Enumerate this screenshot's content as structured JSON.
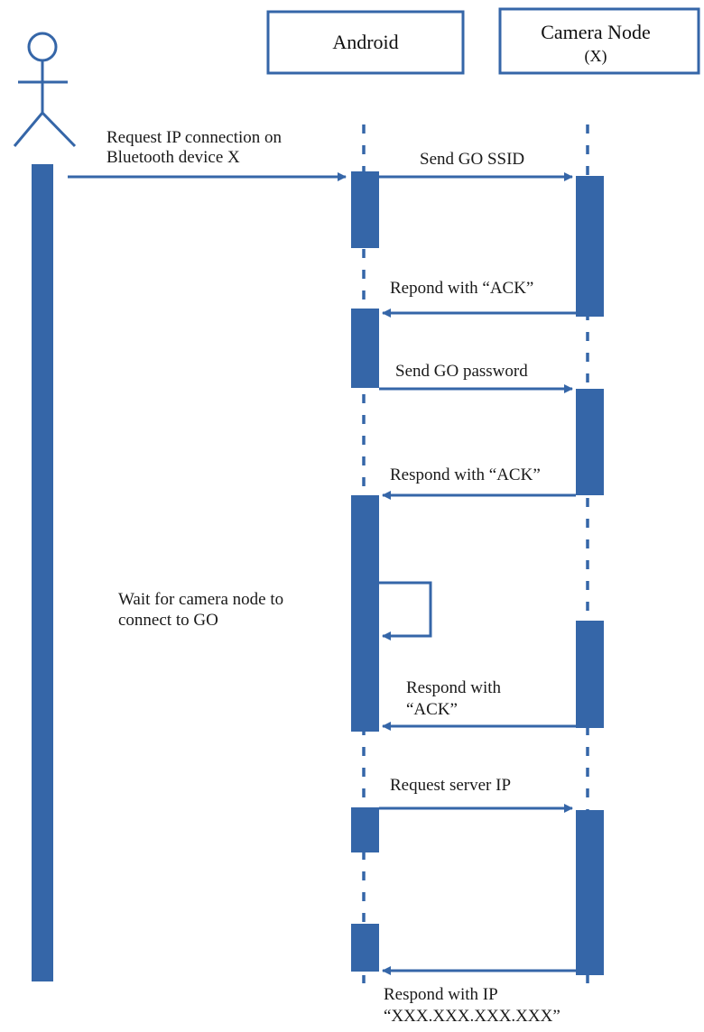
{
  "colors": {
    "primary": "#3566a8",
    "background": "#ffffff",
    "text": "#1a1a1a"
  },
  "participants": {
    "actor": {
      "icon": "stick-figure-actor-icon"
    },
    "android": {
      "label": "Android"
    },
    "camera": {
      "label": "Camera Node",
      "sublabel": "(X)"
    }
  },
  "messages": [
    {
      "from": "actor",
      "to": "android",
      "lines": [
        "Request IP connection on",
        "Bluetooth device X"
      ]
    },
    {
      "from": "android",
      "to": "camera",
      "lines": [
        "Send GO SSID"
      ]
    },
    {
      "from": "camera",
      "to": "android",
      "lines": [
        "Repond with “ACK”"
      ]
    },
    {
      "from": "android",
      "to": "camera",
      "lines": [
        "Send GO password"
      ]
    },
    {
      "from": "camera",
      "to": "android",
      "lines": [
        "Respond with “ACK”"
      ]
    },
    {
      "from": "android",
      "to": "android",
      "lines": [
        "Wait for camera node to",
        "connect to GO"
      ]
    },
    {
      "from": "camera",
      "to": "android",
      "lines": [
        "Respond with",
        "“ACK”"
      ]
    },
    {
      "from": "android",
      "to": "camera",
      "lines": [
        "Request server IP"
      ]
    },
    {
      "from": "camera",
      "to": "android",
      "lines": [
        "Respond with IP",
        "“XXX.XXX.XXX.XXX”"
      ]
    }
  ]
}
